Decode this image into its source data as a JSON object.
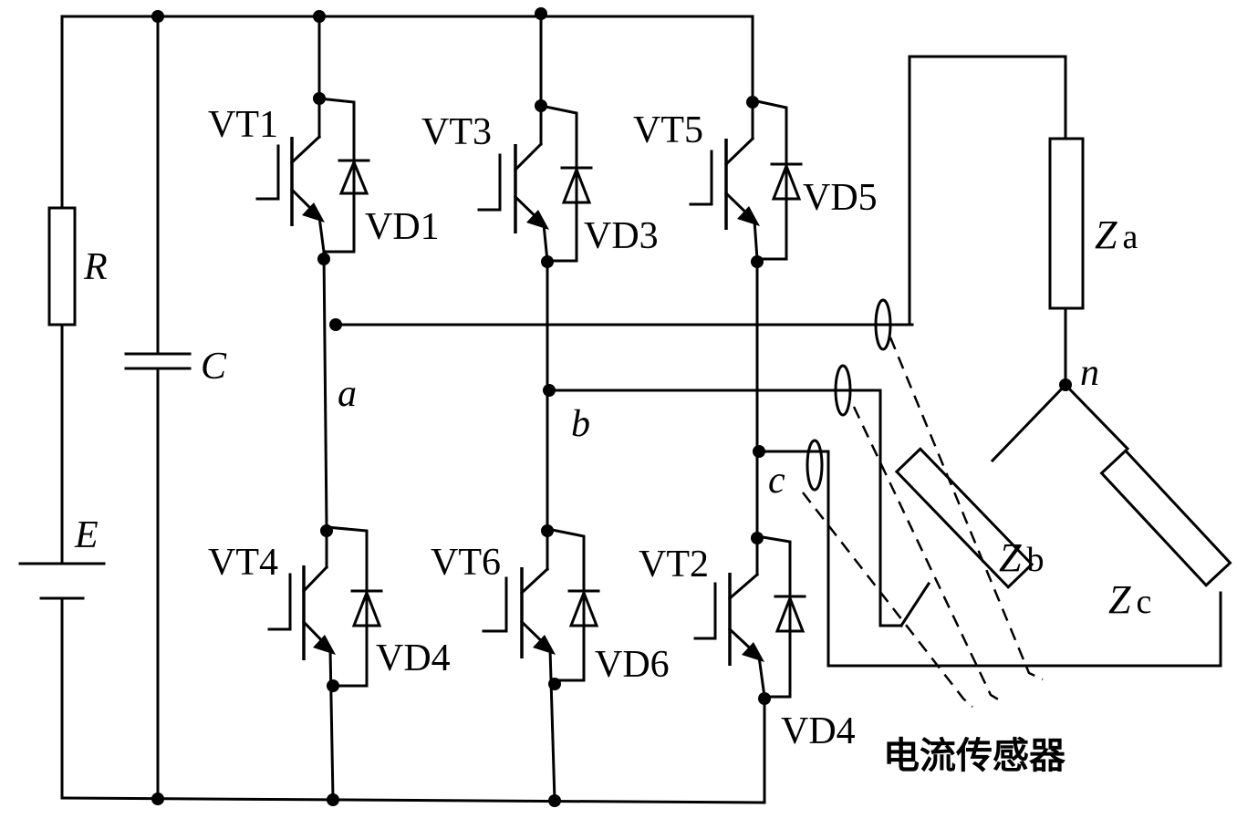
{
  "labels": {
    "vt1": "VT1",
    "vt3": "VT3",
    "vt5": "VT5",
    "vt4": "VT4",
    "vt6": "VT6",
    "vt2": "VT2",
    "vd1": "VD1",
    "vd3": "VD3",
    "vd5": "VD5",
    "vd4": "VD4",
    "vd6": "VD6",
    "vd4b": "VD4",
    "r": "R",
    "c": "C",
    "e": "E",
    "node_a": "a",
    "node_b": "b",
    "node_c": "c",
    "node_n": "n",
    "za_main": "Z",
    "za_sub": "a",
    "zb_main": "Z",
    "zb_sub": "b",
    "zc_main": "Z",
    "zc_sub": "c",
    "sensor": "电流传感器"
  }
}
